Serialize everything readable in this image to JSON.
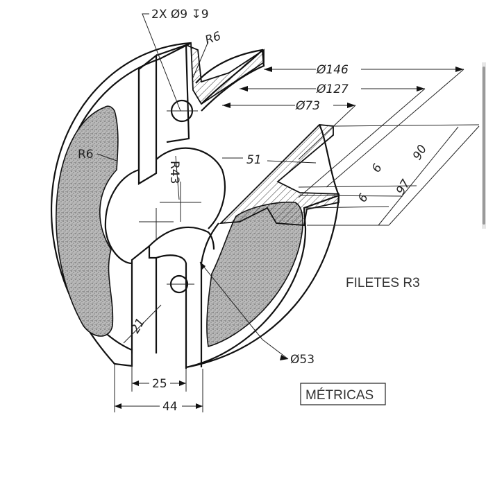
{
  "drawing": {
    "callouts": {
      "holes": "2X Ø9 ↧9",
      "r6_top": "R6",
      "r6_left": "R6",
      "r43": "R43",
      "d146": "Ø146",
      "d127": "Ø127",
      "d73": "Ø73",
      "d51": "51",
      "d6a": "6",
      "d6b": "6",
      "d90": "90",
      "d97": "97",
      "d21": "21",
      "d53": "Ø53",
      "d25": "25",
      "d44": "44"
    },
    "notes": {
      "fillets": "FILETES R3",
      "units": "MÉTRICAS"
    }
  },
  "colors": {
    "line": "#111111",
    "shade": "#9a9a9a",
    "background": "#ffffff"
  }
}
